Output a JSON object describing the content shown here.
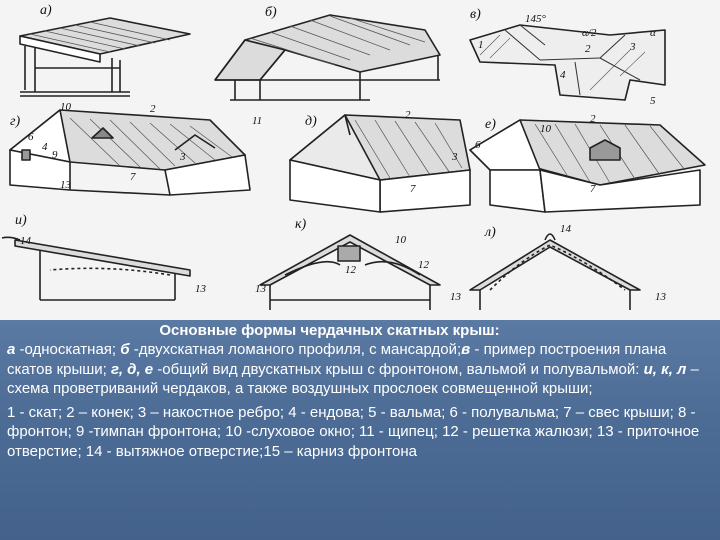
{
  "figure": {
    "panels": {
      "a": "а)",
      "b": "б)",
      "v": "в)",
      "g": "г)",
      "d": "д)",
      "e": "е)",
      "i": "и)",
      "k": "к)",
      "l": "л)"
    },
    "angle_label": "145°",
    "alpha_label": "α/2",
    "alpha": "α",
    "numbers": {
      "v1": "1",
      "v2": "2",
      "v3": "3",
      "v4": "4",
      "v5": "5",
      "g10": "10",
      "g2": "2",
      "g11": "11",
      "g6": "6",
      "g9": "9",
      "g4": "4",
      "g3": "3",
      "g7": "7",
      "g13": "13",
      "d2": "2",
      "d7": "7",
      "e10": "10",
      "e2": "2",
      "e3": "3",
      "e6": "6",
      "e7": "7",
      "i14": "14",
      "i13": "13",
      "k10": "10",
      "k12a": "12",
      "k12b": "12",
      "k13": "13",
      "l14": "14",
      "l13a": "13",
      "l13b": "13"
    }
  },
  "caption": {
    "title": "Основные формы чердачных скатных крыш:",
    "l1_a": "а",
    "l1_a_text": " -односкатная; ",
    "l1_b": "б",
    "l1_b_text": " -двухскатная ломаного профиля, с мансардой;",
    "l1_v": "в",
    "l1_v_text": " -",
    "l2_text": "пример построения плана скатов крыши; ",
    "l2_gde": "г, д, е",
    "l2_rest": " -общий вид двускатных крыш с фронтоном, вальмой и полувальмой: ",
    "l2_ikl": "и, к, л",
    "l2_tail": " – схема проветриваний чердаков, а также воздушных прослоек совмещенной крыши;",
    "legend": "1 - скат; 2 – конек; 3 – накостное ребро; 4 - ендова; 5 - вальма; 6 - полувальма; 7 – свес крыши; 8 - фронтон; 9 -тимпан фронтона; 10 -слуховое окно; 11 - щипец; 12 - решетка жалюзи; 13 - приточное отверстие; 14 - вытяжное отверстие;15 – карниз фронтона"
  }
}
